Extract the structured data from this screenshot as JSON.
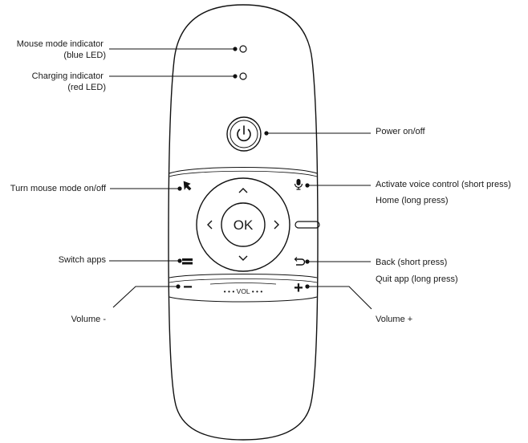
{
  "callouts": {
    "mouse_mode_indicator": [
      "Mouse mode indicator",
      "(blue LED)"
    ],
    "charging_indicator": [
      "Charging indicator",
      "(red LED)"
    ],
    "power": [
      "Power on/off"
    ],
    "mouse_toggle": [
      "Turn mouse mode on/off"
    ],
    "voice": [
      "Activate voice control (short press)",
      "Home (long press)"
    ],
    "switch_apps": [
      "Switch apps"
    ],
    "back": [
      "Back (short press)",
      "Quit app (long press)"
    ],
    "volume_down": [
      "Volume -"
    ],
    "volume_up": [
      "Volume +"
    ]
  },
  "remote": {
    "ok_label": "OK",
    "vol_label": "• • • VOL • • •",
    "plus_glyph": "+",
    "minus_glyph": "−"
  }
}
